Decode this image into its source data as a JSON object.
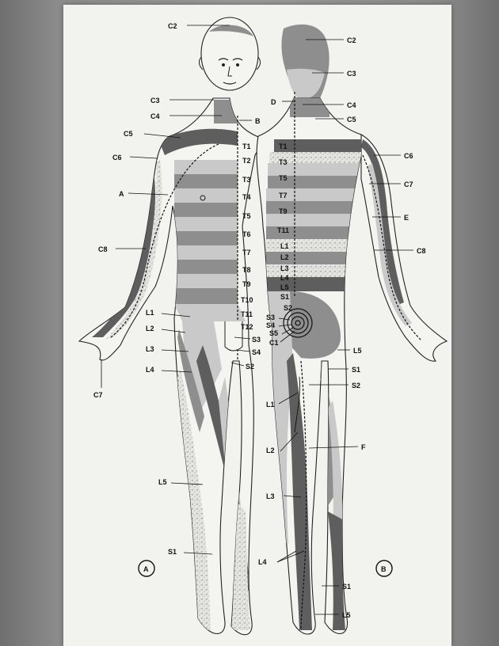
{
  "figure": {
    "view_a_marker": "A",
    "view_b_marker": "B",
    "front_labels": {
      "C2": "C2",
      "C3": "C3",
      "C4": "C4",
      "B": "B",
      "C5": "C5",
      "C6": "C6",
      "T1": "T1",
      "T2": "T2",
      "T3": "T3",
      "A": "A",
      "T4": "T4",
      "T5": "T5",
      "T6": "T6",
      "C8": "C8",
      "T7": "T7",
      "T8": "T8",
      "T9": "T9",
      "T10": "T10",
      "L1": "L1",
      "T11": "T11",
      "L2": "L2",
      "T12": "T12",
      "L3": "L3",
      "S3": "S3",
      "S4": "S4",
      "L4": "L4",
      "S2": "S2",
      "C7": "C7",
      "L5": "L5",
      "S1": "S1"
    },
    "back_labels": {
      "C2": "C2",
      "C3": "C3",
      "D": "D",
      "C4": "C4",
      "C5": "C5",
      "T1": "T1",
      "C6": "C6",
      "T3": "T3",
      "T5": "T5",
      "C7": "C7",
      "T7": "T7",
      "E": "E",
      "T9": "T9",
      "T11": "T11",
      "L1": "L1",
      "C8": "C8",
      "L2": "L2",
      "L3": "L3",
      "L4": "L4",
      "L5": "L5",
      "S1": "S1",
      "S2": "S2",
      "S3": "S3",
      "S4": "S4",
      "S5": "S5",
      "C1": "C1",
      "L5b": "L5",
      "S1b": "S1",
      "S2b": "S2",
      "L1b": "L1",
      "L2b": "L2",
      "F": "F",
      "L3b": "L3",
      "L4b": "L4",
      "S1c": "S1",
      "L5c": "L5"
    },
    "shading": {
      "dark": "#5e5e5e",
      "medium": "#8e8e8e",
      "light": "#c9c9c9",
      "stippled": "#e6e6e2",
      "skin": "#f4f4f1"
    }
  }
}
